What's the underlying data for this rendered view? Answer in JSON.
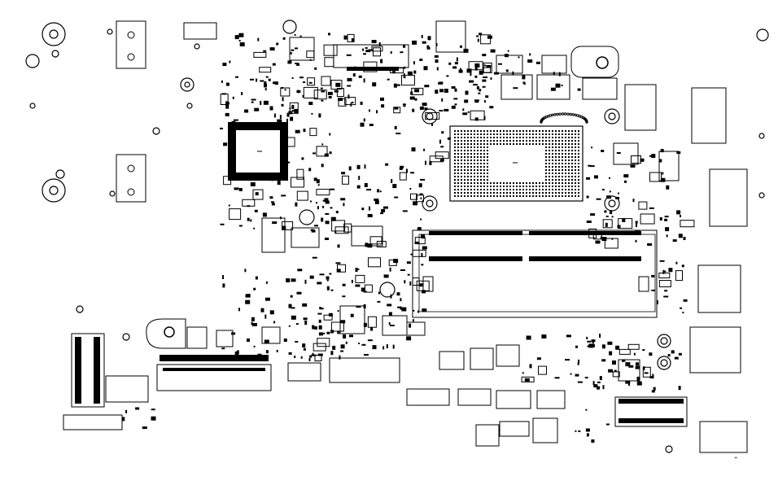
{
  "title": "",
  "figure": {
    "type": "pcb-component-placement",
    "ink": "#000000",
    "paper": "#ffffff"
  },
  "labels": {
    "soc": "",
    "so_dimm": "",
    "plus_mark": "+"
  },
  "components": {
    "mounting_holes": 10,
    "screw_bosses": 6,
    "connectors": [
      "io-left",
      "io-right",
      "io-bottom",
      "fpc",
      "sodimm"
    ]
  }
}
